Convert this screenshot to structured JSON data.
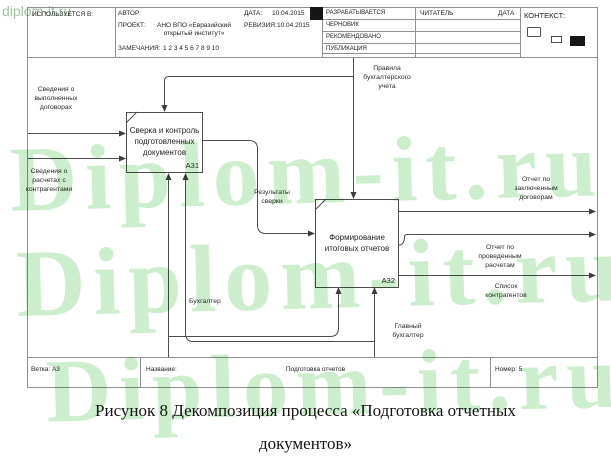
{
  "watermark": {
    "small": "diplom-it.ru",
    "large": "Diplom-it.ru"
  },
  "colors": {
    "watermark_green": "#cdeecd",
    "arrow_line": "#4d4d4d",
    "frame_line": "#909090"
  },
  "header": {
    "used_in_label": "ИСПОЛЬЗУЕТСЯ В:",
    "author_label": "АВТОР:",
    "date_label": "ДАТА:",
    "date_value": "10.04.2015",
    "project_label": "ПРОЕКТ:",
    "project_name": "АНО ВПО «Евразийский\nоткрытый институт»",
    "revision_label": "РЕВИЗИЯ:",
    "revision_value": "10.04.2015",
    "notes_label": "ЗАМЕЧАНИЯ:",
    "notes_values": "1 2 3 4 5 6 7 8 9 10",
    "status_rows": [
      "РАЗРАБАТЫВАЕТСЯ",
      "ЧЕРНОВИК",
      "РЕКОМЕНДОВАНО",
      "ПУБЛИКАЦИЯ"
    ],
    "reader_label": "ЧИТАТЕЛЬ",
    "reader_date_label": "ДАТА",
    "context_label": "КОНТЕКСТ:"
  },
  "diagram": {
    "boxes": [
      {
        "id": "А31",
        "text": "Сверка и контроль\nподготовленных\nдокументов"
      },
      {
        "id": "А32",
        "text": "Формирование\nитоговых отчетов"
      }
    ],
    "labels": {
      "input_contracts": "Сведения о\nвыполненных\nдоговорах",
      "input_settlements": "Сведения о\nрасчетах с\nконтрагентами",
      "control_rules": "Правила\nбухгалтерского\nучета",
      "reconciliation_results": "Результаты\nсверки",
      "output_contracts_report": "Отчет по\nзаключенным\nдоговорам",
      "output_settlements_report": "Отчет по\nпроведенным\nрасчетам",
      "output_counterparties_list": "Список\nконтрагентов",
      "mech_accountant": "Бухгалтер",
      "mech_chief_accountant": "Главный\nбухгалтер"
    }
  },
  "footer": {
    "branch_label": "Ветка:",
    "branch_value": "А3",
    "title_label": "Название:",
    "title_value": "Подготовка отчетов",
    "number_label": "Номер:",
    "number_value": "5"
  },
  "caption": {
    "line1": "Рисунок 8 Декомпозиция процесса «Подготовка отчетных",
    "line2": "документов»"
  }
}
